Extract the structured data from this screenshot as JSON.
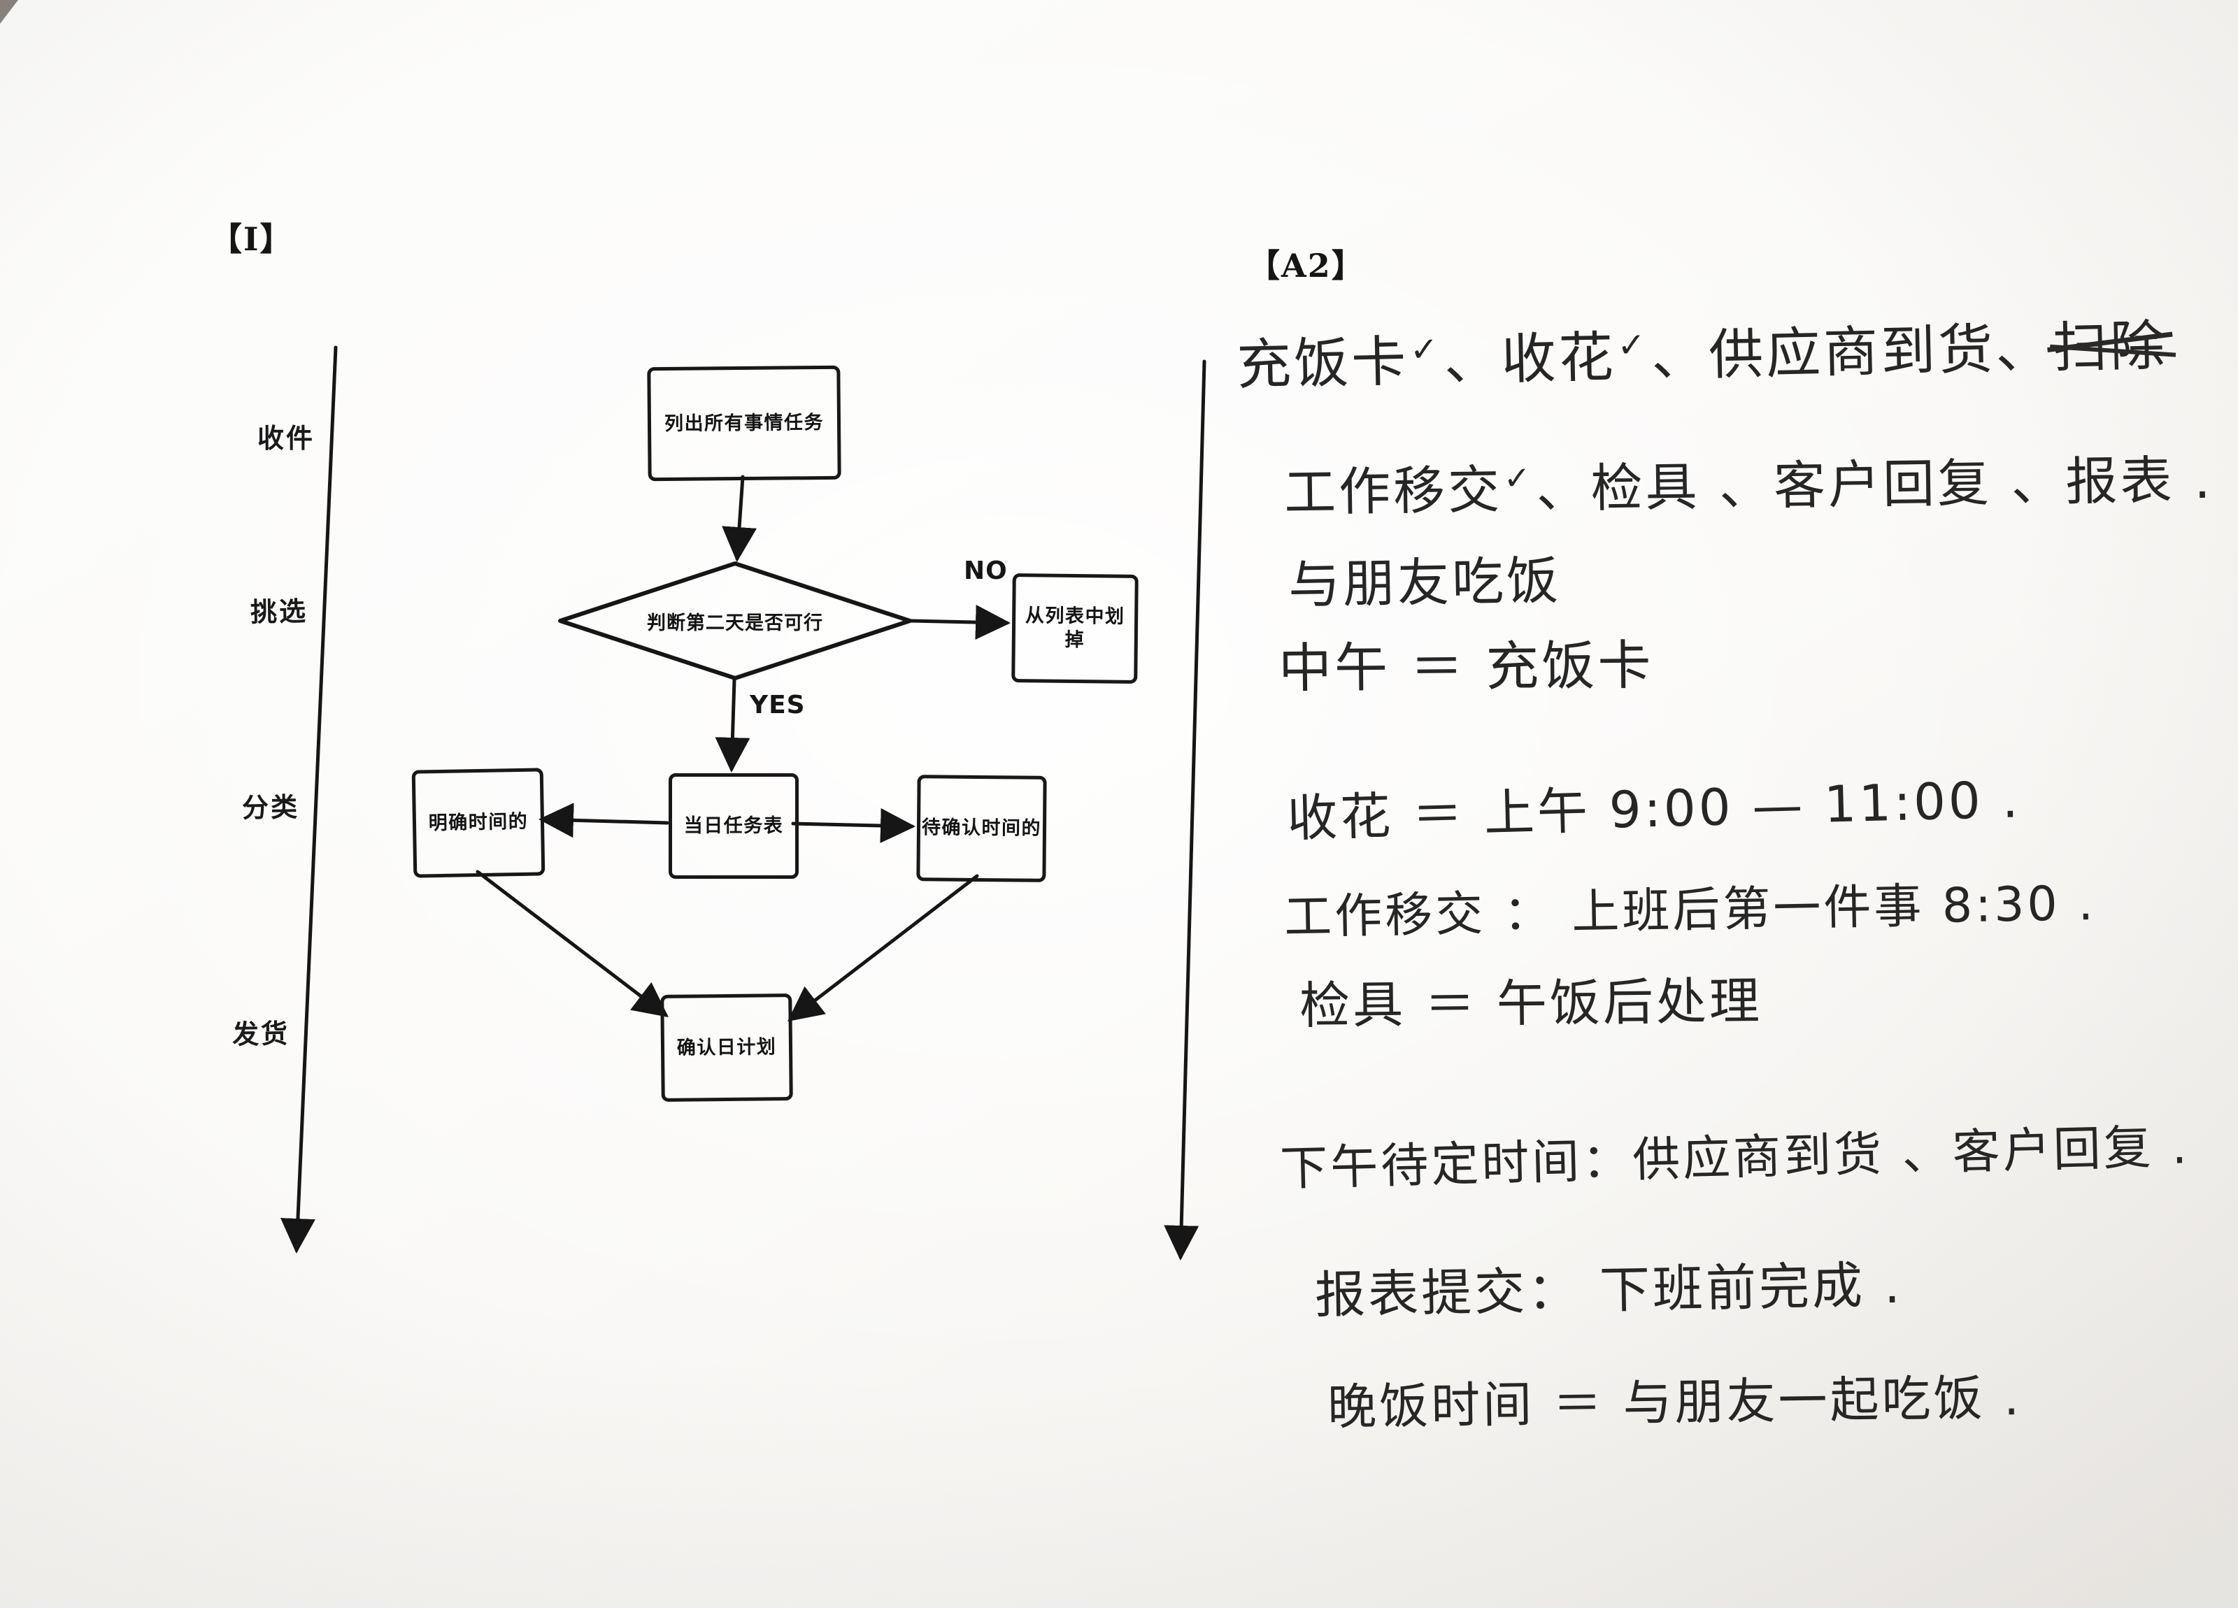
{
  "page": {
    "section1_label": "【I】",
    "section2_label": "【A2】"
  },
  "flowchart": {
    "stages": {
      "s1": "收件",
      "s2": "挑选",
      "s3": "分类",
      "s4": "发货"
    },
    "nodes": {
      "list_all_tasks": "列出所有事情任务",
      "decision": "判断第二天是否可行",
      "cross_off_list": "从列表中划掉",
      "daily_task_list": "当日任务表",
      "clear_time": "明确时间的",
      "time_to_confirm": "待确认时间的",
      "confirm_day_plan": "确认日计划"
    },
    "edge_labels": {
      "no": "NO",
      "yes": "YES"
    }
  },
  "notes": {
    "line1": {
      "item1": "充饭卡",
      "check1": "✓",
      "mid1": "、收花",
      "check2": "✓",
      "mid2": "、供应商到货、",
      "struck_item": "扫除"
    },
    "line2": {
      "item1": "工作移交",
      "check1": "✓",
      "rest": "、检具 、客户回复 、报表 ."
    },
    "line3": "与朋友吃饭",
    "line4": "中午 ＝ 充饭卡",
    "line5": "收花 ＝ 上午 9:00 — 11:00 .",
    "line6": "工作移交 ： 上班后第一件事 8:30 .",
    "line7": "检具 ＝ 午饭后处理",
    "line8": "下午待定时间：供应商到货 、客户回复 .",
    "line9": "报表提交： 下班前完成 .",
    "line10": "晚饭时间 ＝ 与朋友一起吃饭 ."
  }
}
